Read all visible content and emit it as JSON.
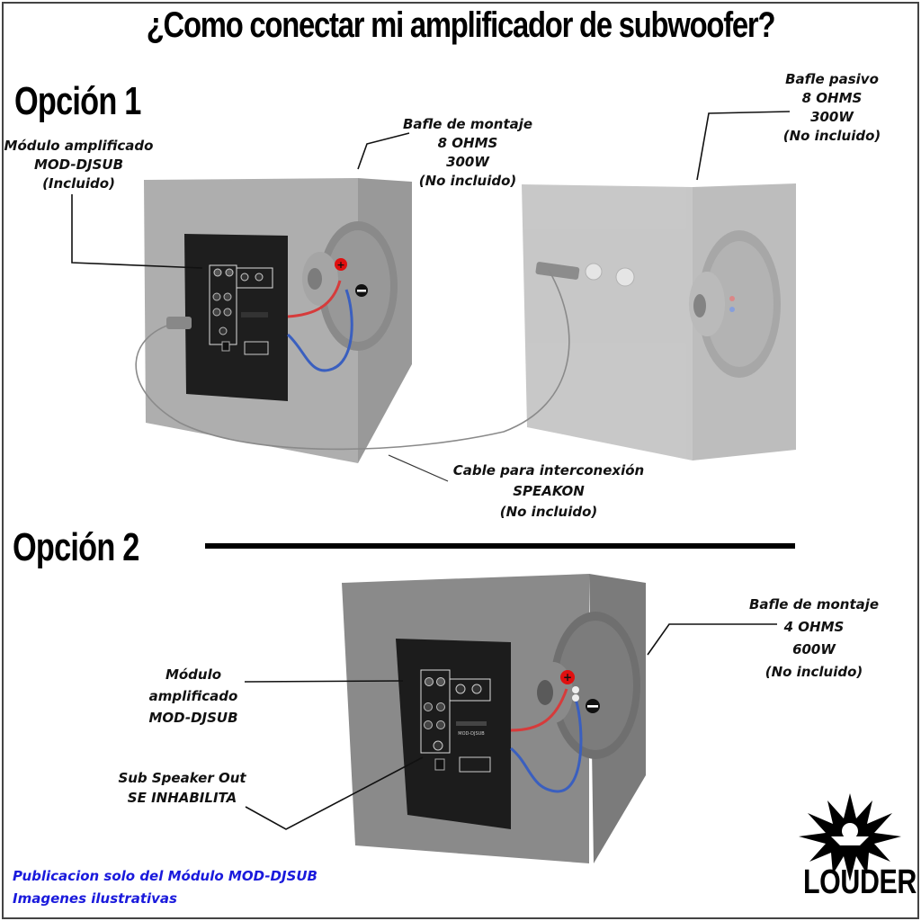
{
  "title": "¿Como conectar mi amplificador de subwoofer?",
  "option1": {
    "heading": "Opción 1",
    "module_label": [
      "Módulo amplificado",
      "MOD-DJSUB",
      "(Incluido)"
    ],
    "mount_baffle_label": [
      "Bafle de montaje",
      "8 OHMS",
      "300W",
      "(No incluido)"
    ],
    "passive_baffle_label": [
      "Bafle pasivo",
      "8 OHMS",
      "300W",
      "(No incluido)"
    ],
    "cable_label": [
      "Cable para interconexión",
      "SPEAKON",
      "(No incluido)"
    ]
  },
  "option2": {
    "heading": "Opción 2",
    "module_label": [
      "Módulo",
      "amplificado",
      "MOD-DJSUB"
    ],
    "speaker_out_label": [
      "Sub Speaker Out",
      "SE INHABILITA"
    ],
    "mount_baffle_label": [
      "Bafle de montaje",
      "4 OHMS",
      "600W",
      "(No incluido)"
    ]
  },
  "terminals": {
    "positive": "+",
    "negative": "−"
  },
  "panel_text": "MOD-DJSUB",
  "footer": {
    "line1": "Publicacion solo del Módulo MOD-DJSUB",
    "line2": "Imagenes ilustrativas"
  },
  "brand": {
    "name": "LOUDER"
  },
  "colors": {
    "cabinet": "#9c9c9c",
    "cabinet_light": "#b9b9b9",
    "panel": "#1e1e1e",
    "wire_positive": "#d63b3b",
    "wire_negative": "#3a5fbf",
    "positive_badge": "#e01010",
    "footer_text": "#1a1adc"
  }
}
